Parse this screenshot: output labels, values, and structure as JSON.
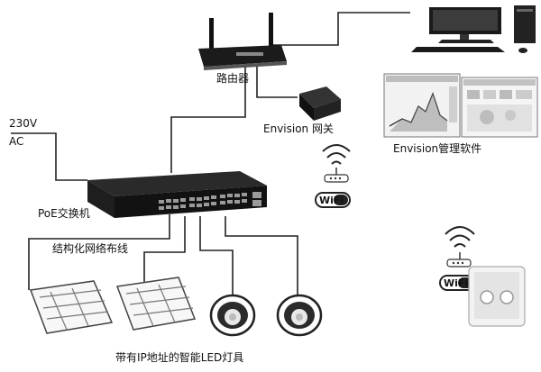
{
  "labels": {
    "router": "路由器",
    "power": "230V",
    "power_ac": "AC",
    "poe_switch": "PoE交换机",
    "gateway": "Envision 网关",
    "software": "Envision管理软件",
    "cabling": "结构化网络布线",
    "led": "带有IP地址的智能LED灯具"
  },
  "icons": {
    "wifi_badge": "WiFi"
  }
}
